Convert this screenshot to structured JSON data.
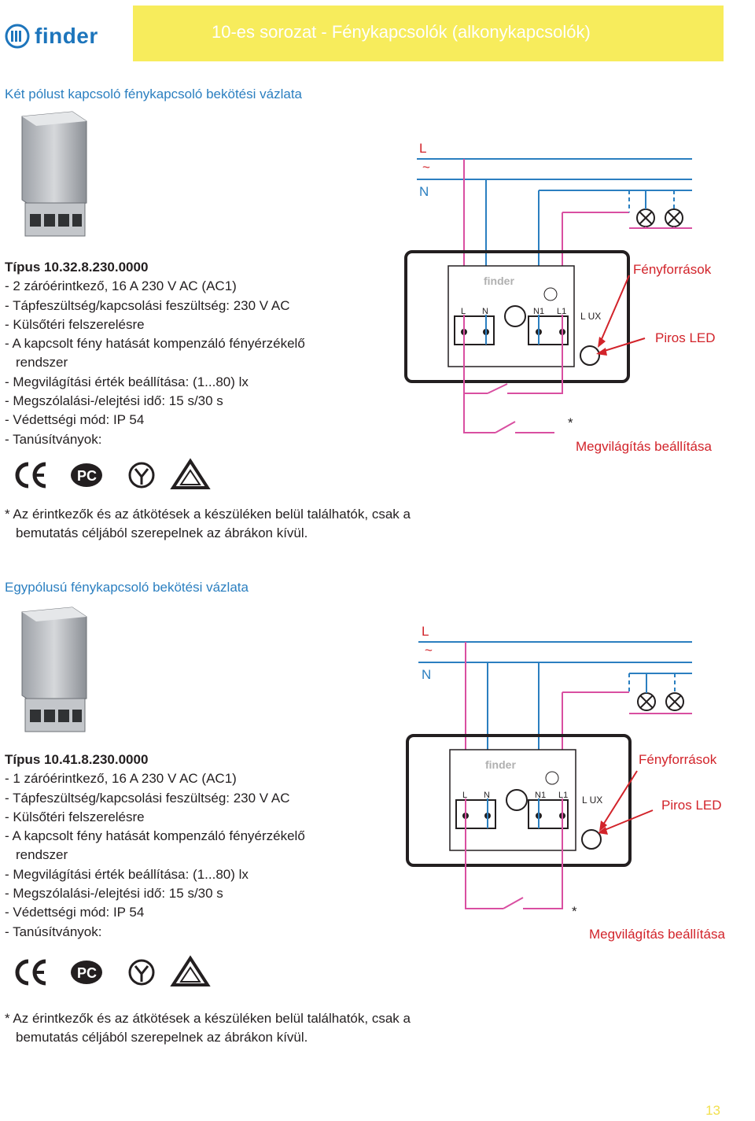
{
  "header": {
    "logo_text": "finder",
    "title": "10-es sorozat - Fénykapcsolók (alkonykapcsolók)"
  },
  "colors": {
    "header_bar": "#f7ec5c",
    "brand_blue": "#1d75bc",
    "section_title": "#2b7fc0",
    "wire_blue": "#2b7fc0",
    "wire_magenta": "#d94fa1",
    "arrow_red": "#d2232a"
  },
  "sections": [
    {
      "title": "Két pólust kapcsoló fénykapcsoló bekötési vázlata",
      "type": "Típus 10.32.8.230.0000",
      "specs": [
        "- 2 záróérintkező, 16 A 230 V AC (AC1)",
        "- Tápfeszültség/kapcsolási feszültség: 230 V AC",
        "- Külsőtéri felszerelésre",
        "- A kapcsolt fény hatását kompenzáló fényérzékelő",
        "rendszer",
        "- Megvilágítási érték beállítása: (1...80) lx",
        "- Megszólalási-/elejtési idő: 15 s/30 s",
        "- Védettségi mód: IP 54",
        "- Tanúsítványok:"
      ],
      "footnote_1": "* Az érintkezők és az átkötések a készüléken belül találhatók, csak a",
      "footnote_2": "bemutatás céljából szerepelnek az ábrákon kívül.",
      "diagram": {
        "label_l": "L",
        "label_tilde": "~",
        "label_n": "N",
        "light_sources": "Fényforrások",
        "red_led": "Piros LED",
        "illumination_setting": "Megvilágítás beállítása",
        "asterisk": "*",
        "terminal_labels": [
          "L",
          "N",
          "N1",
          "L1"
        ],
        "lux_label": "L UX",
        "device_brand": "finder"
      },
      "certifications": [
        "ce-mark-icon",
        "pct-mark-icon",
        "ukrsepro-mark-icon",
        "triangle-mark-icon"
      ]
    },
    {
      "title": "Egypólusú fénykapcsoló bekötési vázlata",
      "type": "Típus 10.41.8.230.0000",
      "specs": [
        "- 1 záróérintkező, 16 A 230 V AC (AC1)",
        "- Tápfeszültség/kapcsolási feszültség: 230 V AC",
        "- Külsőtéri felszerelésre",
        "- A kapcsolt fény hatását kompenzáló fényérzékelő",
        "rendszer",
        "- Megvilágítási érték beállítása: (1...80) lx",
        "- Megszólalási-/elejtési idő: 15 s/30 s",
        "- Védettségi mód: IP 54",
        "- Tanúsítványok:"
      ],
      "footnote_1": "* Az érintkezők és az átkötések a készüléken belül találhatók, csak a",
      "footnote_2": "bemutatás céljából szerepelnek az ábrákon kívül.",
      "diagram": {
        "label_l": "L",
        "label_tilde": "~",
        "label_n": "N",
        "light_sources": "Fényforrások",
        "red_led": "Piros LED",
        "illumination_setting": "Megvilágítás beállítása",
        "asterisk": "*",
        "terminal_labels": [
          "L",
          "N",
          "N1",
          "L1"
        ],
        "lux_label": "L UX",
        "device_brand": "finder"
      },
      "certifications": [
        "ce-mark-icon",
        "pct-mark-icon",
        "ukrsepro-mark-icon",
        "triangle-mark-icon"
      ]
    }
  ],
  "page_number": "13"
}
